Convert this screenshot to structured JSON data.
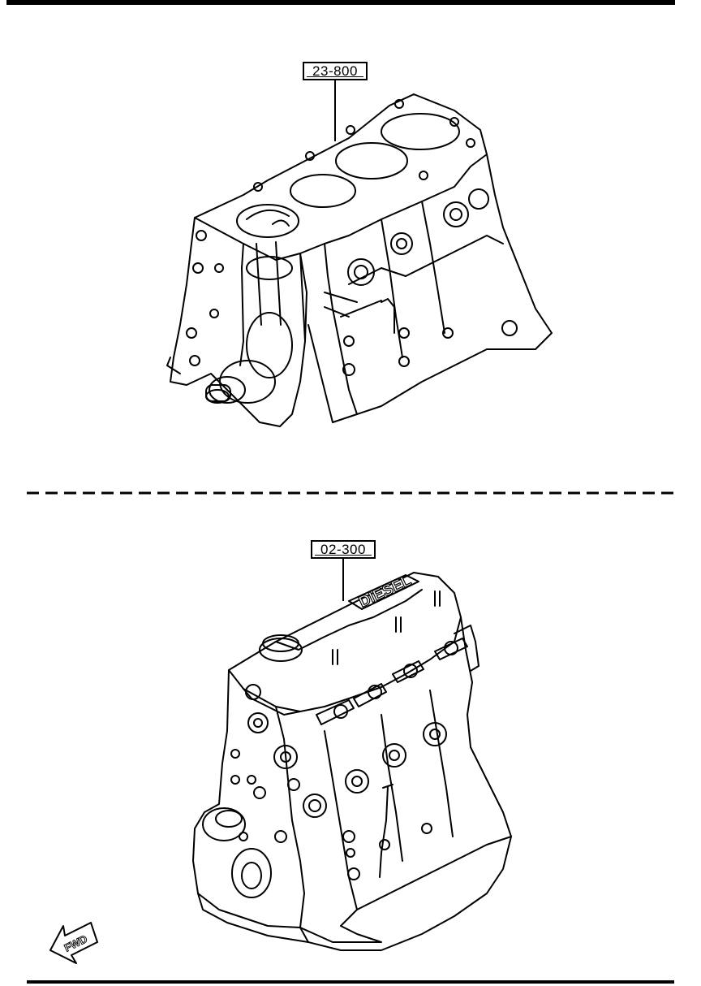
{
  "diagram": {
    "upper_part": {
      "code": "23-800",
      "subject": "cylinder-block"
    },
    "lower_part": {
      "code": "02-300",
      "subject": "engine-assembly"
    },
    "engine_marking": "DIESEL",
    "direction_marker": "FWD"
  },
  "colors": {
    "line": "#000000",
    "paper": "#ffffff"
  }
}
